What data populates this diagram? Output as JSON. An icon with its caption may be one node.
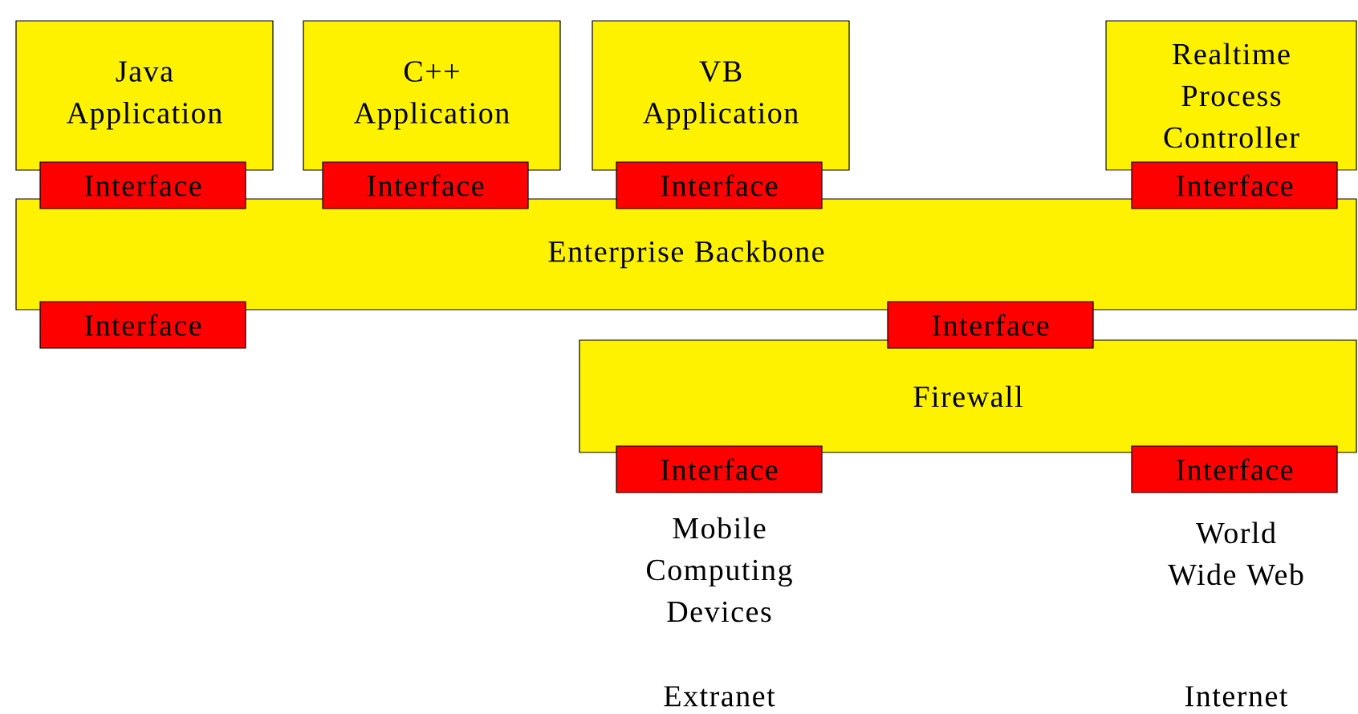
{
  "diagram": {
    "nodes": [
      {
        "text": [
          "Java Application"
        ]
      },
      {
        "text": [
          "C++ Application"
        ]
      },
      {
        "text": [
          "VB Application"
        ]
      },
      {
        "text": [
          "Realtime Process Controller"
        ]
      },
      {
        "text": [
          "Interface"
        ]
      },
      {
        "text": [
          "Interface"
        ]
      },
      {
        "text": [
          "Interface"
        ]
      },
      {
        "text": [
          "Interface"
        ]
      },
      {
        "text": [
          "Enterprise Backbone"
        ]
      },
      {
        "text": [
          "Interface"
        ]
      },
      {
        "text": [
          "Interface"
        ]
      },
      {
        "text": [
          "Firewall"
        ]
      },
      {
        "text": [
          "Interface"
        ]
      },
      {
        "text": [
          "Interface"
        ]
      }
    ],
    "labels": [
      "Mobile Computing Devices",
      "World Wide Web",
      "Extranet",
      "Internet"
    ]
  }
}
